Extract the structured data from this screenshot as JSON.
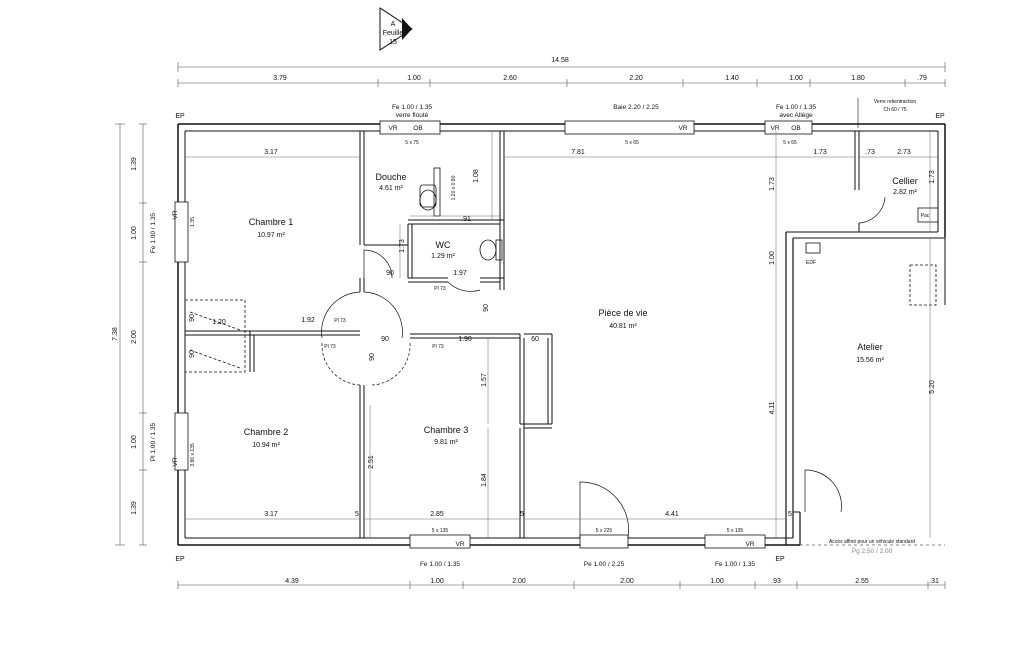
{
  "section_marker": {
    "letter": "A",
    "sheet": "Feuille",
    "number": "15"
  },
  "overall_dims": {
    "total_width": "14.58",
    "total_height": "7.38"
  },
  "top_dims": [
    "3.79",
    "1.00",
    "2.60",
    "2.20",
    "1.40",
    "1.00",
    "1.80",
    ".79"
  ],
  "bottom_dims": [
    "4.39",
    "1.00",
    "2.00",
    "2.00",
    "1.00",
    ".93",
    "2.55",
    ".31"
  ],
  "left_dims": [
    "1.39",
    "1.00",
    "2.00",
    "1.00",
    "1.39"
  ],
  "openings": {
    "top_window_1": "Fe 1.00 / 1.35",
    "top_window_1_note": "verre flouté",
    "top_bay": "Baie 2.20 / 2.25",
    "top_window_2": "Fe 1.00 / 1.35",
    "top_window_2_note": "avec Allège",
    "vent_note": "Verre retientraction",
    "vent_size": "Ch 60 / 75",
    "left_window_1": "Fe 1.00 / 1.35",
    "left_window_2": "Pl 1.00 / 1.35",
    "bottom_window_1": "Fe 1.00 / 1.35",
    "bottom_door": "Pe 1.00 / 2.25",
    "bottom_window_2": "Fe 1.00 / 1.35",
    "garage_note": "Accès affiné pour un véhicule standard",
    "garage_door": "Pg 2.50 / 2.00"
  },
  "rooms": {
    "chambre1": {
      "name": "Chambre 1",
      "area": "10.97 m²"
    },
    "douche": {
      "name": "Douche",
      "area": "4.61 m²"
    },
    "wc": {
      "name": "WC",
      "area": "1.29 m²"
    },
    "piece_de_vie": {
      "name": "Pièce de vie",
      "area": "40.81 m²"
    },
    "cellier": {
      "name": "Cellier",
      "area": "2.82 m²"
    },
    "atelier": {
      "name": "Atelier",
      "area": "15.56 m²"
    },
    "chambre2": {
      "name": "Chambre 2",
      "area": "10.94 m²"
    },
    "chambre3": {
      "name": "Chambre 3",
      "area": "9.81 m²"
    }
  },
  "interior_dims": {
    "ch1_width": "3.17",
    "living_width": "7.81",
    "cellier_w1": "1.73",
    "cellier_w2": ".73",
    "cellier_w3": "2.73",
    "douche_h": "1.08",
    "wc_w": ".91",
    "wc_h": "1.73",
    "wc_door": "1.97",
    "ch1_door": "90",
    "hall_1": "1.20",
    "hall_2": "1.92",
    "hall_3": "90",
    "hall_4": "90",
    "hall_5": "1.90",
    "hall_6": "60",
    "hall_v1": "90",
    "hall_v2": "90",
    "hall_v3": "90",
    "ch3_h": "1.57",
    "ch3_h2": "1.84",
    "ch2_h": "2.51",
    "ch2_width": "3.17",
    "ch3_width": "2.85",
    "living_bottom": "4.41",
    "living_h1": "1.73",
    "living_h2": "1.00",
    "living_h3": "4.11",
    "atelier_h": "5.20",
    "cellier_h": "1.73",
    "wall_5a": "5",
    "wall_5b": "5",
    "wall_5c": "5"
  },
  "labels": {
    "ep": "EP",
    "vr": "VR",
    "ob": "OB",
    "edf": "EDF",
    "pac": "Pac",
    "pl73": "Pl 73",
    "sill_1": "5 x 75",
    "sill_2": "5 x 65",
    "sill_3": "5 x 65",
    "sill_4": "5 x 135",
    "sill_5": "5 x 225",
    "sill_6": "5 x 135",
    "wc_sill": "1.20 x 0.90",
    "left_sill_1": "1.35",
    "left_sill_2": "3.86 x 135"
  }
}
